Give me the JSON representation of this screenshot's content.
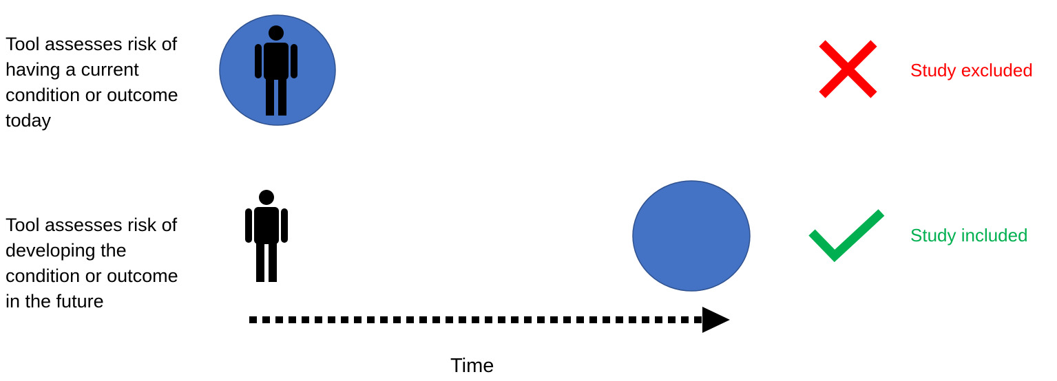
{
  "rows": [
    {
      "description": "Tool assesses risk of\nhaving a current\ncondition or outcome\ntoday",
      "verdict": "Study excluded",
      "verdict_icon": "cross-icon",
      "verdict_color": "#ff0000"
    },
    {
      "description": "Tool assesses risk of\ndeveloping the\ncondition or outcome\nin the future",
      "verdict": "Study included",
      "verdict_icon": "checkmark-icon",
      "verdict_color": "#00b050"
    }
  ],
  "axis": {
    "label": "Time"
  },
  "colors": {
    "circle_fill": "#4472c4",
    "circle_stroke": "#2f528f",
    "person": "#000000"
  }
}
